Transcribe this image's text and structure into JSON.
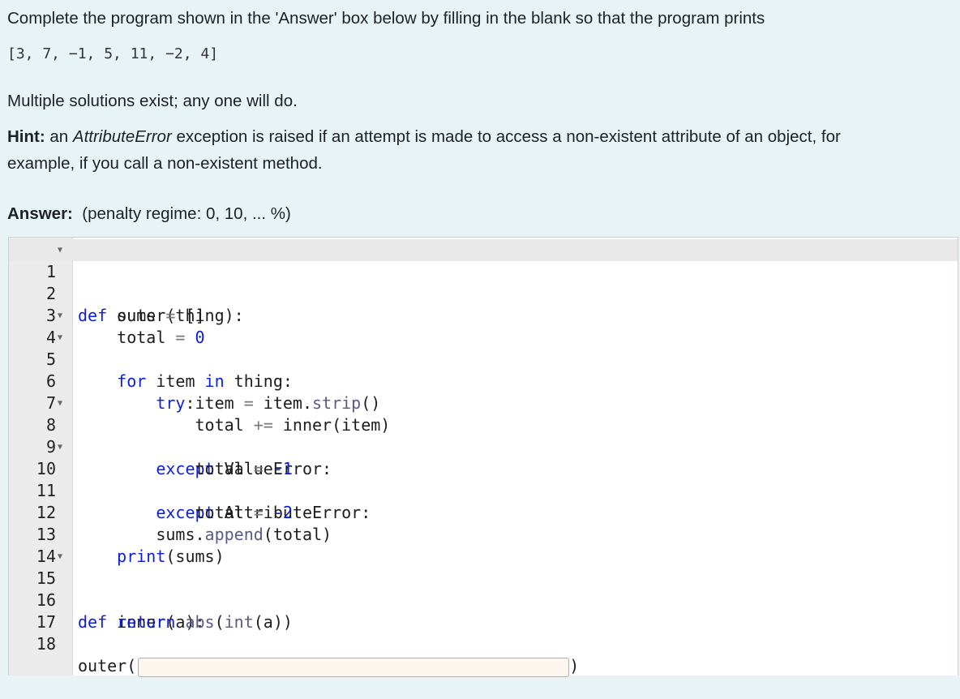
{
  "question": {
    "line1": "Complete the program shown in the 'Answer' box below by filling in the blank so that the program prints",
    "expected_output": "[3, 7, −1, 5, 11, −2, 4]",
    "line2": "Multiple solutions exist; any one will do.",
    "hint_label": "Hint:",
    "hint_pre": " an ",
    "hint_em": "AttributeError",
    "hint_post": " exception is raised if an attempt is made to access a non-existent attribute of an object, for",
    "hint_line2": "example, if you call a non-existent method."
  },
  "answer": {
    "label": "Answer:",
    "penalty": "(penalty regime: 0, 10, ... %)"
  },
  "code": {
    "line_numbers": [
      "1",
      "2",
      "3",
      "4",
      "5",
      "6",
      "7",
      "8",
      "9",
      "10",
      "11",
      "12",
      "13",
      "14",
      "15",
      "16",
      "17",
      "18"
    ],
    "l1_kw": "def",
    "l1_rest": " outer(thing):",
    "l2_a": "    sums ",
    "l2_op": "=",
    "l2_b": " []",
    "l3_a": "    total ",
    "l3_op": "=",
    "l3_num": " 0",
    "l4_kw1": "    for",
    "l4_a": " item ",
    "l4_kw2": "in",
    "l4_b": " thing:",
    "l5_kw": "        try",
    "l5_b": ":",
    "l6_a": "            item ",
    "l6_op": "=",
    "l6_b": " item.",
    "l6_fn": "strip",
    "l6_c": "()",
    "l7_a": "            total ",
    "l7_op": "+=",
    "l7_b": " inner(item)",
    "l8_kw": "        except",
    "l8_b": " ValueError:",
    "l9_a": "            total ",
    "l9_op": "=",
    "l9_num": " -1",
    "l10_kw": "        except",
    "l10_b": " AttributeError:",
    "l11_a": "            total ",
    "l11_op": "=",
    "l11_num": " -2",
    "l12_a": "        sums.",
    "l12_fn": "append",
    "l12_b": "(total)",
    "l13_fn": "    print",
    "l13_b": "(sums)",
    "l15_kw": "def",
    "l15_rest": " inner(a):",
    "l16_kw": "    return",
    "l16_fn1": " abs",
    "l16_a": "(",
    "l16_fn2": "int",
    "l16_b": "(a))",
    "l18_a": "outer(",
    "l18_close": ")",
    "blank_value": ""
  }
}
